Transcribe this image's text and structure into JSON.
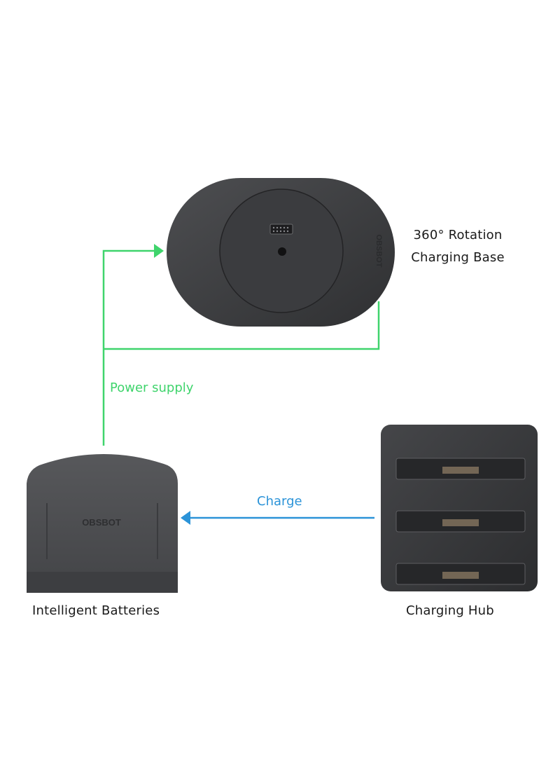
{
  "colors": {
    "power_line": "#3fd46c",
    "charge_line": "#2b93d8",
    "device_dark": "#3a3b3d",
    "device_mid": "#4a4b4e",
    "text": "#1a1a1a"
  },
  "devices": {
    "charging_base": {
      "label_line1": "360° Rotation",
      "label_line2": "Charging Base",
      "engraving": "OBSBOT"
    },
    "battery": {
      "label": "Intelligent Batteries",
      "logo": "OBSBOT"
    },
    "hub": {
      "label": "Charging Hub"
    }
  },
  "flows": {
    "power": {
      "label": "Power supply"
    },
    "charge": {
      "label": "Charge"
    }
  }
}
